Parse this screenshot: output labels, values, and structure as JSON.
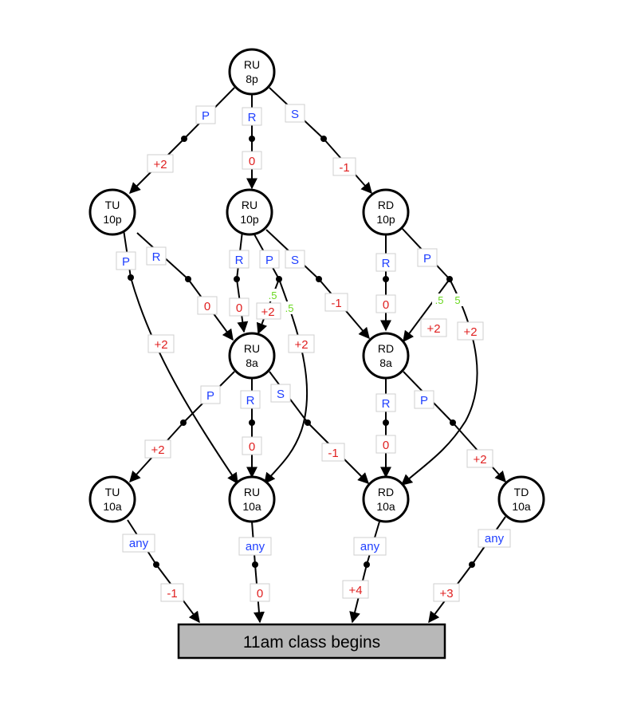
{
  "nodes": [
    {
      "id": "ru8p",
      "state": "RU",
      "time": "8p"
    },
    {
      "id": "tu10p",
      "state": "TU",
      "time": "10p"
    },
    {
      "id": "ru10p",
      "state": "RU",
      "time": "10p"
    },
    {
      "id": "rd10p",
      "state": "RD",
      "time": "10p"
    },
    {
      "id": "ru8a",
      "state": "RU",
      "time": "8a"
    },
    {
      "id": "rd8a",
      "state": "RD",
      "time": "8a"
    },
    {
      "id": "tu10a",
      "state": "TU",
      "time": "10a"
    },
    {
      "id": "ru10a",
      "state": "RU",
      "time": "10a"
    },
    {
      "id": "rd10a",
      "state": "RD",
      "time": "10a"
    },
    {
      "id": "td10a",
      "state": "TD",
      "time": "10a"
    }
  ],
  "terminal": {
    "label": "11am class begins"
  },
  "actions": {
    "party": "P",
    "rest": "R",
    "study": "S",
    "any": "any"
  },
  "edges": [
    {
      "from": "ru8p",
      "to": "tu10p",
      "action": "P",
      "rewards": [
        "+2"
      ]
    },
    {
      "from": "ru8p",
      "to": "ru10p",
      "action": "R",
      "rewards": [
        "0"
      ]
    },
    {
      "from": "ru8p",
      "to": "rd10p",
      "action": "S",
      "rewards": [
        "-1"
      ]
    },
    {
      "from": "tu10p",
      "to": "ru10a",
      "action": "P",
      "rewards": [
        "+2"
      ]
    },
    {
      "from": "tu10p",
      "to": "ru8a",
      "action": "R",
      "rewards": [
        "0"
      ]
    },
    {
      "from": "ru10p",
      "to": "ru8a",
      "action": "R",
      "rewards": [
        "0"
      ]
    },
    {
      "from": "ru10p",
      "to": "ru8a / ru10a",
      "action": "P",
      "probabilities": [
        ".5",
        ".5"
      ],
      "rewards": [
        "+2",
        "+2"
      ]
    },
    {
      "from": "ru10p",
      "to": "rd8a",
      "action": "S",
      "rewards": [
        "-1"
      ]
    },
    {
      "from": "rd10p",
      "to": "rd8a",
      "action": "R",
      "rewards": [
        "0"
      ]
    },
    {
      "from": "rd10p",
      "to": "rd8a / rd10a",
      "action": "P",
      "probabilities": [
        ".5",
        "5"
      ],
      "rewards": [
        "+2",
        "+2"
      ]
    },
    {
      "from": "ru8a",
      "to": "tu10a",
      "action": "P",
      "rewards": [
        "+2"
      ]
    },
    {
      "from": "ru8a",
      "to": "ru10a",
      "action": "R",
      "rewards": [
        "0"
      ]
    },
    {
      "from": "ru8a",
      "to": "rd10a",
      "action": "S",
      "rewards": [
        "-1"
      ]
    },
    {
      "from": "rd8a",
      "to": "rd10a",
      "action": "R",
      "rewards": [
        "0"
      ]
    },
    {
      "from": "rd8a",
      "to": "td10a",
      "action": "P",
      "rewards": [
        "+2"
      ]
    },
    {
      "from": "tu10a",
      "to": "terminal",
      "action": "any",
      "rewards": [
        "-1"
      ]
    },
    {
      "from": "ru10a",
      "to": "terminal",
      "action": "any",
      "rewards": [
        "0"
      ]
    },
    {
      "from": "rd10a",
      "to": "terminal",
      "action": "any",
      "rewards": [
        "+4"
      ]
    },
    {
      "from": "td10a",
      "to": "terminal",
      "action": "any",
      "rewards": [
        "+3"
      ]
    }
  ]
}
